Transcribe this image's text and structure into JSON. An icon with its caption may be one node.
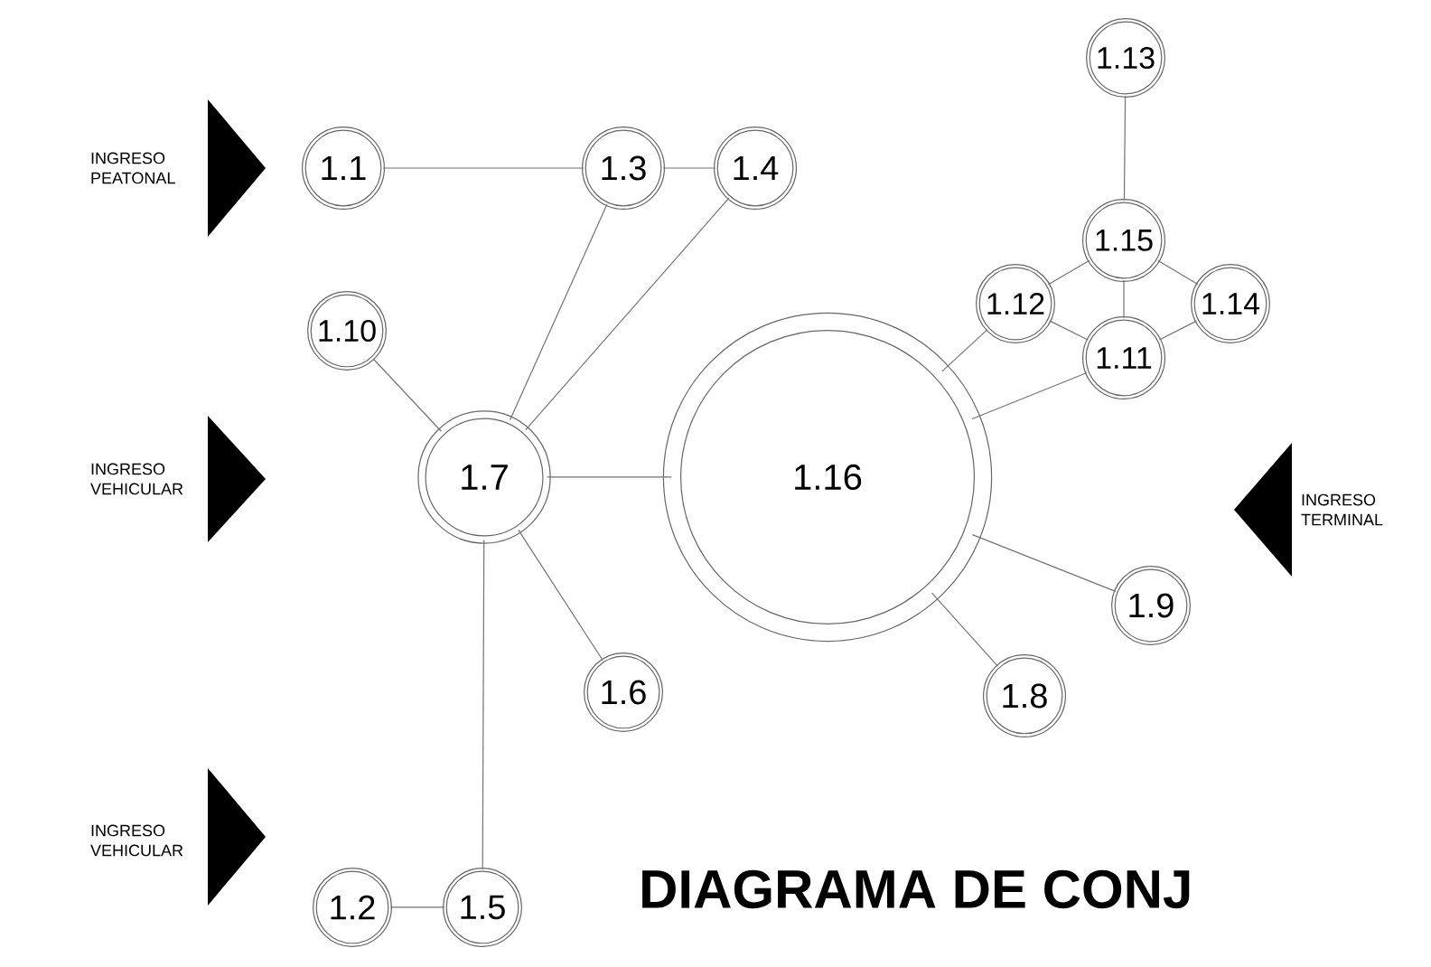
{
  "diagram": {
    "title": "DIAGRAMA DE CONJ",
    "nodes": [
      {
        "text": [
          "1.13"
        ]
      },
      {
        "text": [
          "1.1"
        ]
      },
      {
        "text": [
          "1.3"
        ]
      },
      {
        "text": [
          "1.4"
        ]
      },
      {
        "text": [
          "1.15"
        ]
      },
      {
        "text": [
          "1.10"
        ]
      },
      {
        "text": [
          "1.12"
        ]
      },
      {
        "text": [
          "1.14"
        ]
      },
      {
        "text": [
          "1.11"
        ]
      },
      {
        "text": [
          "1.7"
        ]
      },
      {
        "text": [
          "1.16"
        ]
      },
      {
        "text": [
          "1.9"
        ]
      },
      {
        "text": [
          "1.6"
        ]
      },
      {
        "text": [
          "1.8"
        ]
      },
      {
        "text": [
          "1.2"
        ]
      },
      {
        "text": [
          "1.5"
        ]
      }
    ],
    "edges": [
      {
        "from": 1,
        "to": 2,
        "arrow": "none"
      },
      {
        "from": 2,
        "to": 3,
        "arrow": "none"
      },
      {
        "from": 2,
        "to": 9,
        "arrow": "none"
      },
      {
        "from": 3,
        "to": 9,
        "arrow": "none"
      },
      {
        "from": 5,
        "to": 9,
        "arrow": "none"
      },
      {
        "from": 9,
        "to": 10,
        "arrow": "none"
      },
      {
        "from": 9,
        "to": 12,
        "arrow": "none"
      },
      {
        "from": 9,
        "to": 15,
        "arrow": "none"
      },
      {
        "from": 15,
        "to": 14,
        "arrow": "none"
      },
      {
        "from": 0,
        "to": 4,
        "arrow": "none"
      },
      {
        "from": 4,
        "to": 6,
        "arrow": "none"
      },
      {
        "from": 4,
        "to": 7,
        "arrow": "none"
      },
      {
        "from": 4,
        "to": 8,
        "arrow": "none"
      },
      {
        "from": 6,
        "to": 8,
        "arrow": "none"
      },
      {
        "from": 7,
        "to": 8,
        "arrow": "none"
      },
      {
        "from": 6,
        "to": 10,
        "arrow": "none"
      },
      {
        "from": 8,
        "to": 10,
        "arrow": "none"
      },
      {
        "from": 10,
        "to": 11,
        "arrow": "none"
      },
      {
        "from": 10,
        "to": 13,
        "arrow": "none"
      }
    ],
    "labels": [
      "INGRESO PEATONAL",
      "INGRESO VEHICULAR",
      "INGRESO TERMINAL",
      "INGRESO VEHICULAR"
    ]
  }
}
